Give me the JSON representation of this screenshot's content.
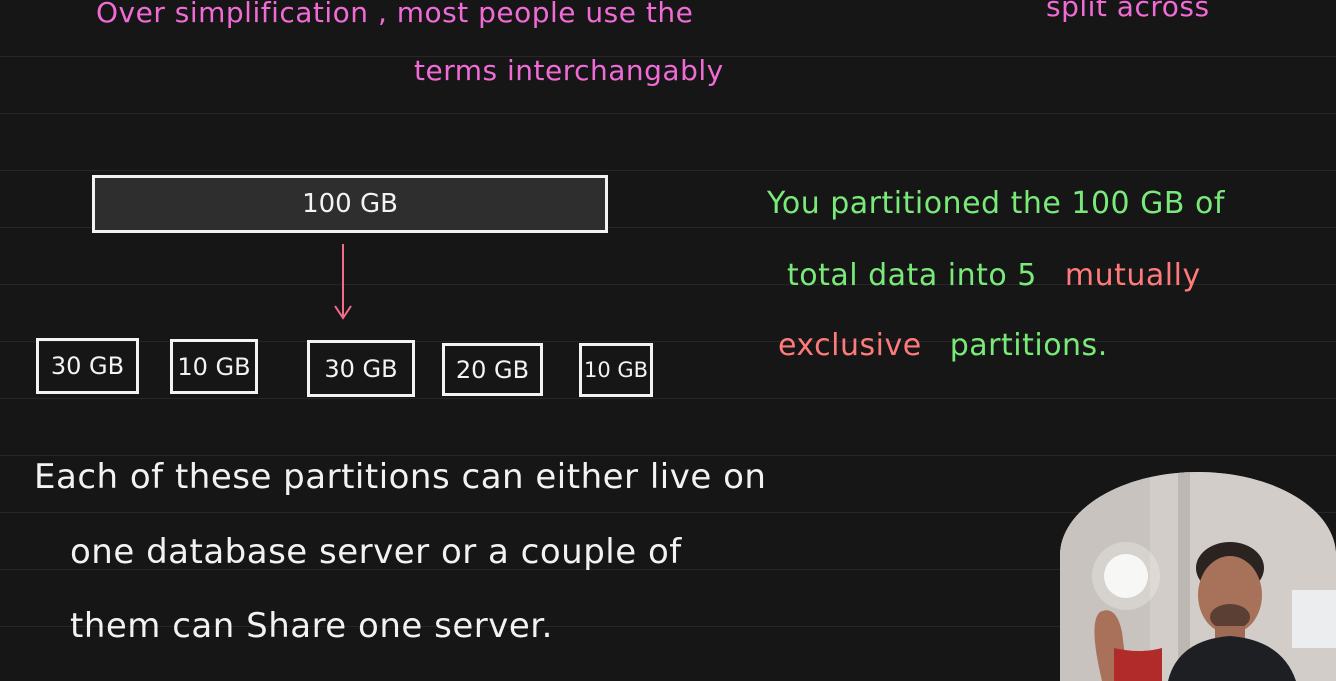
{
  "annotations": {
    "top_left_line_1": "Over simplification ,  most  people  use  the",
    "top_left_line_2": "terms  interchangably",
    "top_right_partial": "split  across"
  },
  "diagram": {
    "total_label": "100 GB",
    "partitions": [
      "30 GB",
      "10 GB",
      "30 GB",
      "20 GB",
      "10 GB"
    ]
  },
  "note": {
    "line_1": "You  partitioned  the  100 GB  of",
    "line_2_a": "total  data  into  5",
    "line_2_b": "mutually",
    "line_3_a": "exclusive",
    "line_3_b": "partitions."
  },
  "body_text": {
    "line_1": "Each  of  these  partitions  can  either  live  on",
    "line_2": "one  database  server  or  a  couple  of",
    "line_3": "them  can  Share  one  server."
  },
  "colors": {
    "background": "#161616",
    "pink": "#f06bd6",
    "green": "#79ea79",
    "salmon": "#ff7a7a",
    "white": "#f2f2f2",
    "arrow": "#f36c8a"
  },
  "overlay": {
    "presenter": "presenter-webcam"
  }
}
